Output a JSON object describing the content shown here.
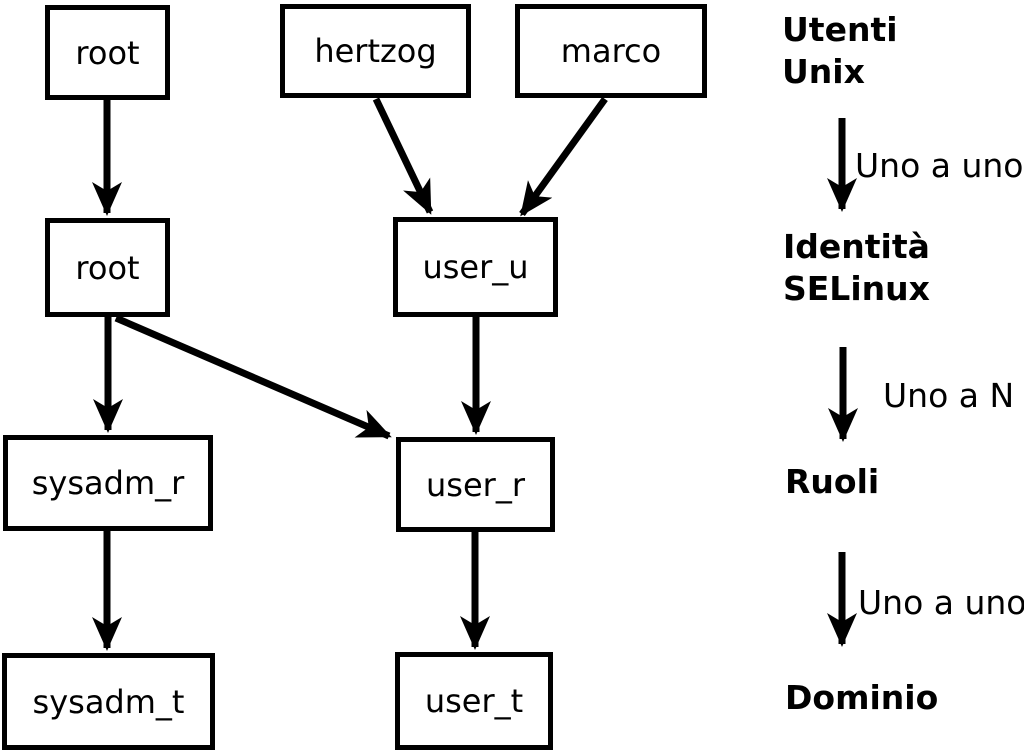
{
  "diagram": {
    "boxes": {
      "unix_root": "root",
      "unix_hertzog": "hertzog",
      "unix_marco": "marco",
      "identity_root": "root",
      "identity_user_u": "user_u",
      "role_sysadm_r": "sysadm_r",
      "role_user_r": "user_r",
      "domain_sysadm_t": "sysadm_t",
      "domain_user_t": "user_t"
    },
    "legend": {
      "level_unix": "Utenti\nUnix",
      "mapping_unix_identity": "Uno a uno",
      "level_identity": "Identità\nSELinux",
      "mapping_identity_roles": "Uno a N",
      "level_roles": "Ruoli",
      "mapping_roles_domain": "Uno a uno",
      "level_domain": "Dominio"
    },
    "colors": {
      "line": "#000000",
      "box_fill": "#ffffff",
      "background": "#ffffff"
    }
  }
}
